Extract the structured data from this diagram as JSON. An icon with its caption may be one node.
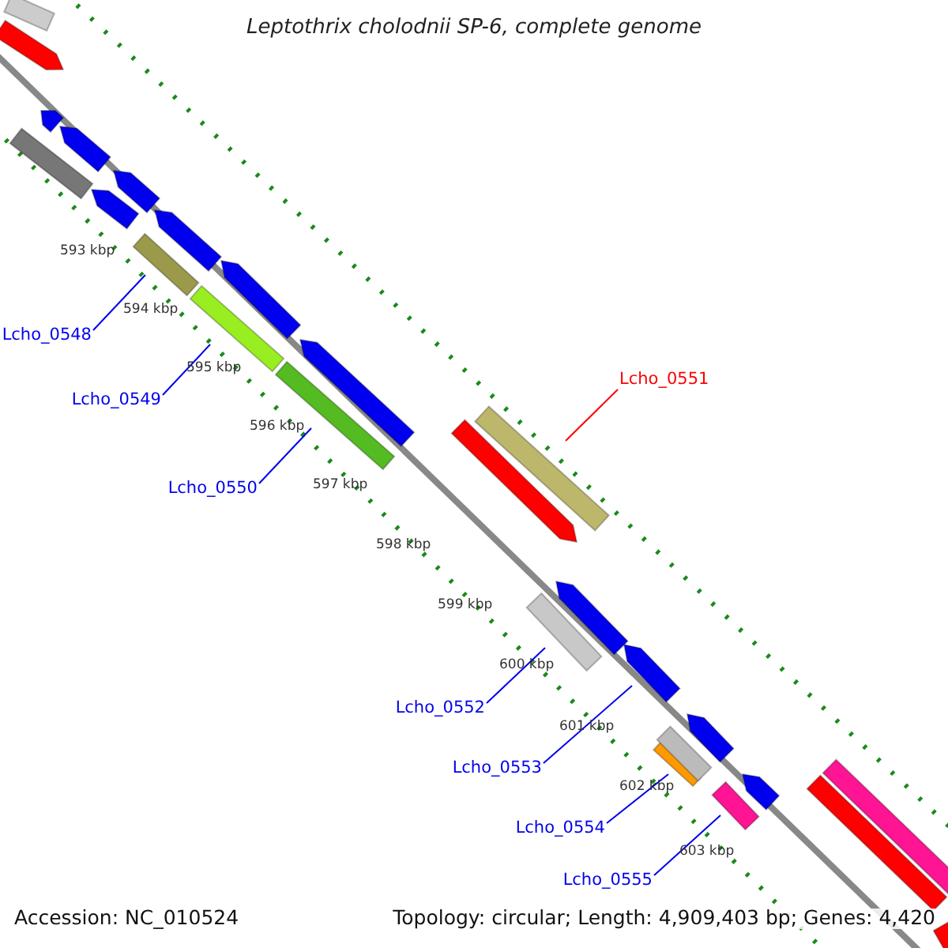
{
  "diagram": {
    "title": "Leptothrix cholodnii SP-6, complete genome",
    "nodes": [
      {
        "text": [
          "Lcho_0548"
        ]
      },
      {
        "text": [],
        "shape": "bar"
      },
      {
        "text": [
          "Lcho_0549"
        ]
      },
      {
        "text": [],
        "shape": "bar"
      },
      {
        "text": [
          "Lcho_0550"
        ]
      },
      {
        "text": [],
        "shape": "bar"
      },
      {
        "text": [
          "Lcho_0551"
        ]
      },
      {
        "text": [],
        "shape": "bar"
      },
      {
        "text": [
          "Lcho_0552"
        ]
      },
      {
        "text": [],
        "shape": "bar"
      },
      {
        "text": [
          "Lcho_0553"
        ]
      },
      {
        "text": [],
        "shape": "bar"
      },
      {
        "text": [
          "Lcho_0554"
        ]
      },
      {
        "text": [],
        "shape": "bar"
      },
      {
        "text": [
          "Lcho_0555"
        ]
      },
      {
        "text": [],
        "shape": "bar"
      },
      {
        "text": [],
        "shape": "bar"
      },
      {
        "text": [],
        "shape": "bar"
      },
      {
        "text": [],
        "shape": "bar"
      },
      {
        "text": [],
        "shape": "bar"
      },
      {
        "text": [],
        "shape": "bar"
      },
      {
        "text": [],
        "shape": "bar"
      },
      {
        "text": [],
        "shape": "bar"
      },
      {
        "text": [],
        "shape": "bar"
      },
      {
        "text": [],
        "shape": "bar"
      },
      {
        "text": [],
        "shape": "bar"
      },
      {
        "text": [],
        "shape": "bar"
      },
      {
        "text": [],
        "shape": "bar"
      },
      {
        "text": [],
        "shape": "bar"
      },
      {
        "text": [],
        "shape": "bar"
      },
      {
        "text": [],
        "shape": "bar"
      },
      {
        "text": [],
        "shape": "bar"
      },
      {
        "text": [],
        "shape": "bar"
      },
      {
        "text": [],
        "shape": "bar"
      }
    ],
    "edges": [
      {
        "from": 0,
        "to": 1,
        "arrow": "none"
      },
      {
        "from": 2,
        "to": 3,
        "arrow": "none"
      },
      {
        "from": 4,
        "to": 5,
        "arrow": "none"
      },
      {
        "from": 6,
        "to": 7,
        "arrow": "none",
        "color": "#ff0000"
      },
      {
        "from": 8,
        "to": 9,
        "arrow": "none"
      },
      {
        "from": 10,
        "to": 11,
        "arrow": "none"
      },
      {
        "from": 12,
        "to": 13,
        "arrow": "none"
      },
      {
        "from": 14,
        "to": 15,
        "arrow": "none"
      }
    ],
    "labels": [
      "593 kbp",
      "594 kbp",
      "595 kbp",
      "596 kbp",
      "597 kbp",
      "598 kbp",
      "599 kbp",
      "600 kbp",
      "601 kbp",
      "602 kbp",
      "603 kbp",
      "Accession: NC_010524",
      "Topology: circular; Length: 4,909,403 bp; Genes: 4,420"
    ]
  }
}
